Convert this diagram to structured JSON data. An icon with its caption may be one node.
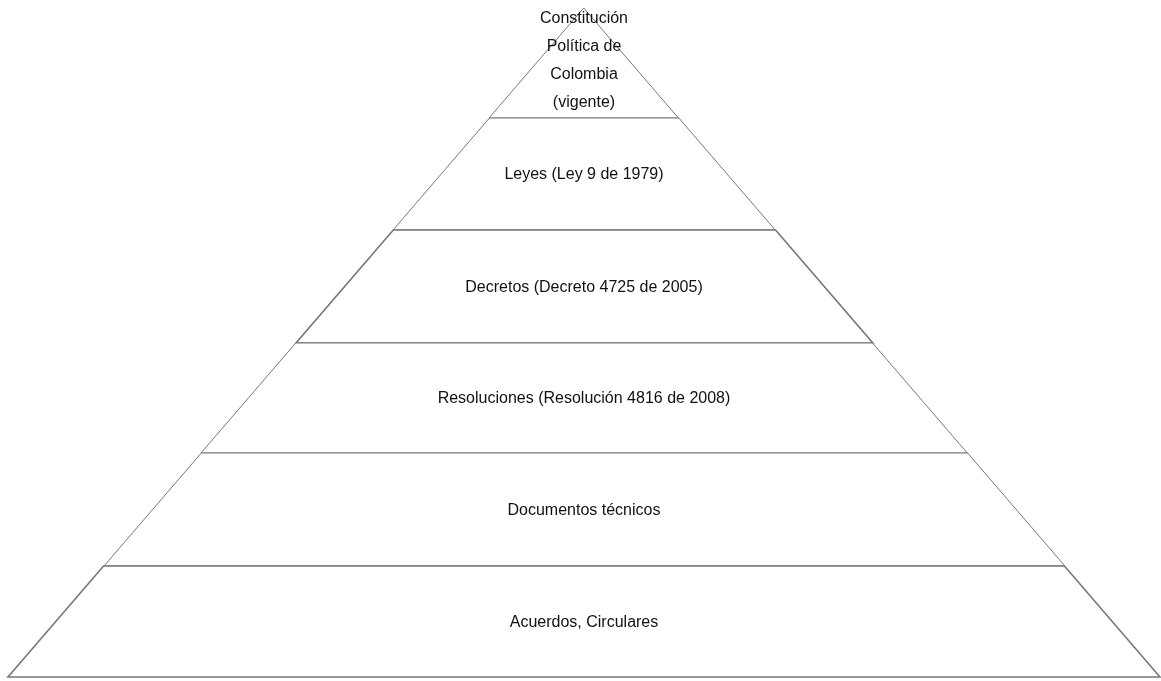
{
  "diagram": {
    "nodes": [
      {
        "text": [
          "Constitución Política de Colombia (vigente)"
        ]
      },
      {
        "text": [
          "Leyes (Ley 9 de 1979)"
        ]
      },
      {
        "text": [
          "Decretos (Decreto 4725 de 2005)"
        ]
      },
      {
        "text": [
          "Resoluciones (Resolución  4816 de 2008)"
        ]
      },
      {
        "text": [
          "Documentos técnicos"
        ]
      },
      {
        "text": [
          "Acuerdos, Circulares"
        ]
      }
    ]
  }
}
